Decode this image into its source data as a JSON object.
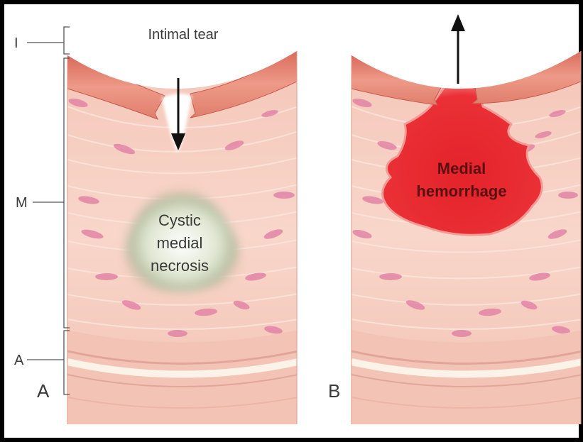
{
  "layer_labels": {
    "intima": "I",
    "media": "M",
    "adventitia": "A"
  },
  "panel_a": {
    "letter": "A",
    "callout": "Intimal tear",
    "lesion_label": [
      "Cystic",
      "medial",
      "necrosis"
    ]
  },
  "panel_b": {
    "letter": "B",
    "lesion_label": [
      "Medial",
      "hemorrhage"
    ]
  },
  "colors": {
    "frame_border": "#000000",
    "background": "#ffffff",
    "intima": "#e88a78",
    "media": "#f6cfc2",
    "smooth_muscle_nuclei": "#e07aa2",
    "adventitia": "#f3c4b6",
    "necrosis": "#e8ecd8",
    "hemorrhage": "#e8262c",
    "text": "#3a3a3a"
  }
}
